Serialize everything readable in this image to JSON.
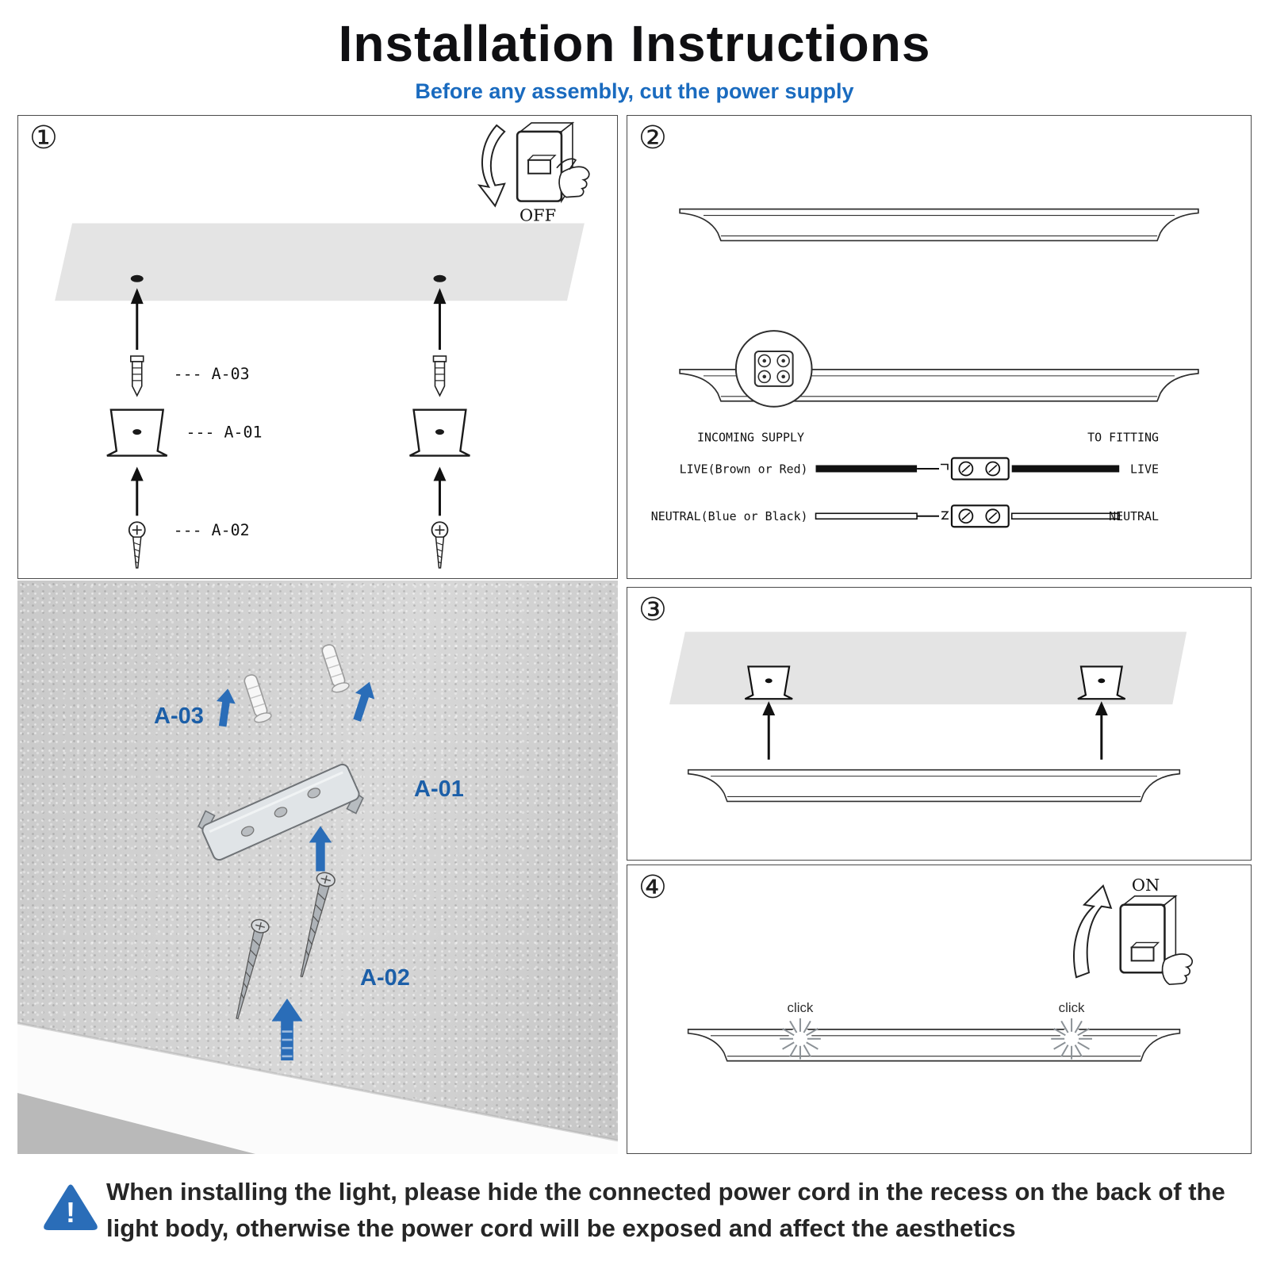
{
  "header": {
    "title": "Installation Instructions",
    "subtitle": "Before any assembly, cut the power supply"
  },
  "colors": {
    "accent_blue": "#1a6bbf",
    "label_blue": "#1c5fa8",
    "arrow_blue": "#2a6db8",
    "text_dark": "#262626",
    "ceiling_gray": "#e4e4e4"
  },
  "step1": {
    "number": "①",
    "switch_label": "OFF",
    "label_a03": "--- A-03",
    "label_a01": "--- A-01",
    "label_a02": "--- A-02"
  },
  "step2": {
    "number": "②",
    "incoming_supply": "INCOMING SUPPLY",
    "to_fitting": "TO FITTING",
    "live_in": "LIVE(Brown or Red)",
    "neutral_in": "NEUTRAL(Blue or Black)",
    "live_out": "LIVE",
    "neutral_out": "NEUTRAL"
  },
  "photo": {
    "label_a03": "A-03",
    "label_a01": "A-01",
    "label_a02": "A-02"
  },
  "step3": {
    "number": "③"
  },
  "step4": {
    "number": "④",
    "switch_label": "ON",
    "click_left": "click",
    "click_right": "click"
  },
  "footer": {
    "icon_mark": "!",
    "text": "When installing the light, please hide the connected power cord in the recess on the back of the light body, otherwise the power cord will be exposed and affect the aesthetics"
  }
}
